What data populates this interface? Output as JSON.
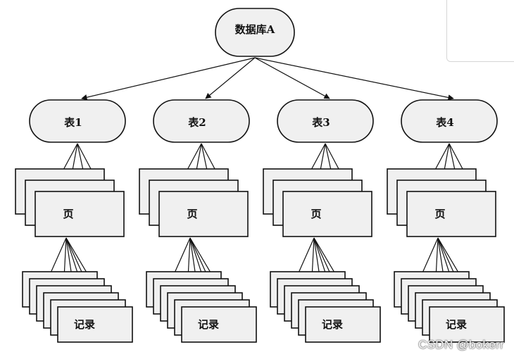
{
  "root": {
    "label": "数据库A"
  },
  "tables": [
    {
      "label": "表1",
      "page_label": "页",
      "record_label": "记录"
    },
    {
      "label": "表2",
      "page_label": "页",
      "record_label": "记录"
    },
    {
      "label": "表3",
      "page_label": "页",
      "record_label": "记录"
    },
    {
      "label": "表4",
      "page_label": "页",
      "record_label": "记录"
    }
  ],
  "watermark": "CSDN @bokerr"
}
